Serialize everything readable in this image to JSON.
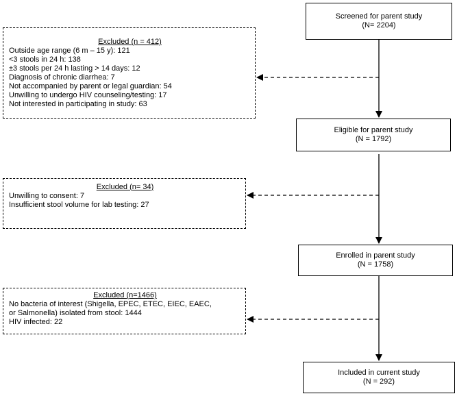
{
  "main_boxes": [
    {
      "title": "Screened for parent study",
      "count": "(N=  2204)"
    },
    {
      "title": "Eligible for parent study",
      "count": "(N = 1792)"
    },
    {
      "title": "Enrolled in parent study",
      "count": "(N = 1758)"
    },
    {
      "title": "Included in current study",
      "count": "(N = 292)"
    }
  ],
  "exclusions": [
    {
      "heading": "Excluded (n = 412)",
      "lines": [
        "Outside age range (6 m – 15 y): 121",
        "<3 stools in 24 h: 138",
        "±3 stools per 24 h lasting > 14 days: 12",
        "Diagnosis of chronic diarrhea: 7",
        "Not accompanied by parent or legal guardian: 54",
        "Unwilling to undergo HIV counseling/testing: 17",
        "Not interested in participating in study: 63"
      ]
    },
    {
      "heading": "Excluded (n= 34)",
      "lines": [
        "Unwilling to consent: 7",
        "Insufficient stool volume for lab testing: 27"
      ]
    },
    {
      "heading": "Excluded (n=1466)",
      "lines": [
        "No bacteria of interest (Shigella, EPEC, ETEC, EIEC, EAEC,",
        "or Salmonella) isolated from stool: 1444",
        "HIV infected: 22"
      ]
    }
  ]
}
